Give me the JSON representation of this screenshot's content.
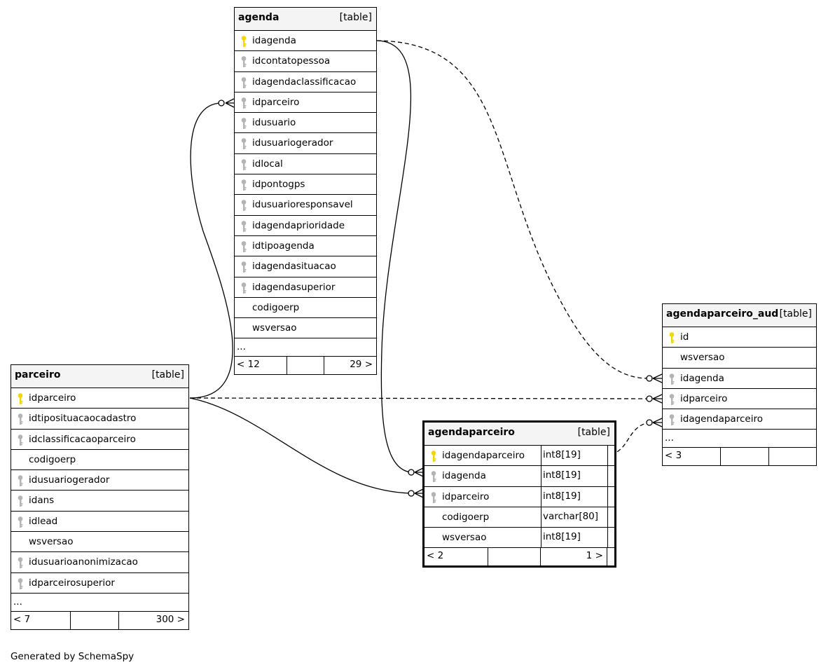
{
  "tables": {
    "agenda": {
      "name": "agenda",
      "kind": "[table]",
      "columns": [
        {
          "name": "idagenda",
          "key": "pk"
        },
        {
          "name": "idcontatopessoa",
          "key": "fk"
        },
        {
          "name": "idagendaclassificacao",
          "key": "fk"
        },
        {
          "name": "idparceiro",
          "key": "fk"
        },
        {
          "name": "idusuario",
          "key": "fk"
        },
        {
          "name": "idusuariogerador",
          "key": "fk"
        },
        {
          "name": "idlocal",
          "key": "fk"
        },
        {
          "name": "idpontogps",
          "key": "fk"
        },
        {
          "name": "idusuarioresponsavel",
          "key": "fk"
        },
        {
          "name": "idagendaprioridade",
          "key": "fk"
        },
        {
          "name": "idtipoagenda",
          "key": "fk"
        },
        {
          "name": "idagendasituacao",
          "key": "fk"
        },
        {
          "name": "idagendasuperior",
          "key": "fk"
        },
        {
          "name": "codigoerp",
          "key": ""
        },
        {
          "name": "wsversao",
          "key": ""
        }
      ],
      "more": "...",
      "parents": "< 12",
      "children": "29 >"
    },
    "parceiro": {
      "name": "parceiro",
      "kind": "[table]",
      "columns": [
        {
          "name": "idparceiro",
          "key": "pk"
        },
        {
          "name": "idtiposituacaocadastro",
          "key": "fk"
        },
        {
          "name": "idclassificacaoparceiro",
          "key": "fk"
        },
        {
          "name": "codigoerp",
          "key": ""
        },
        {
          "name": "idusuariogerador",
          "key": "fk"
        },
        {
          "name": "idans",
          "key": "fk"
        },
        {
          "name": "idlead",
          "key": "fk"
        },
        {
          "name": "wsversao",
          "key": ""
        },
        {
          "name": "idusuarioanonimizacao",
          "key": "fk"
        },
        {
          "name": "idparceirosuperior",
          "key": "fk"
        }
      ],
      "more": "...",
      "parents": "< 7",
      "children": "300 >"
    },
    "agendaparceiro": {
      "name": "agendaparceiro",
      "kind": "[table]",
      "columns": [
        {
          "name": "idagendaparceiro",
          "key": "pk",
          "type": "int8[19]"
        },
        {
          "name": "idagenda",
          "key": "fk",
          "type": "int8[19]"
        },
        {
          "name": "idparceiro",
          "key": "fk",
          "type": "int8[19]"
        },
        {
          "name": "codigoerp",
          "key": "",
          "type": "varchar[80]"
        },
        {
          "name": "wsversao",
          "key": "",
          "type": "int8[19]"
        }
      ],
      "parents": "< 2",
      "children": "1 >"
    },
    "agendaparceiro_aud": {
      "name": "agendaparceiro_aud",
      "kind": "[table]",
      "columns": [
        {
          "name": "id",
          "key": "pk"
        },
        {
          "name": "wsversao",
          "key": ""
        },
        {
          "name": "idagenda",
          "key": "fk"
        },
        {
          "name": "idparceiro",
          "key": "fk"
        },
        {
          "name": "idagendaparceiro",
          "key": "fk"
        }
      ],
      "more": "...",
      "parents": "< 3",
      "children": ""
    }
  },
  "colors": {
    "pk_key": "#f2d600",
    "fk_key": "#b4b4b4",
    "header_bg": "#f4f4f4"
  },
  "footer": {
    "generated": "Generated by SchemaSpy"
  }
}
